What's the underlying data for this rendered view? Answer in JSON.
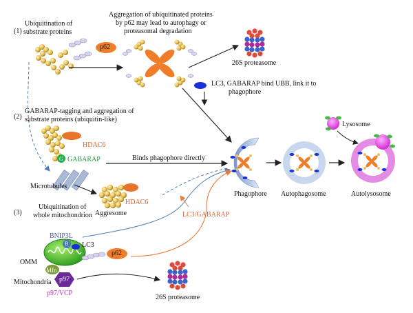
{
  "steps": {
    "s1": "(1)",
    "s2": "(2)",
    "s3": "(3)"
  },
  "labels": {
    "ubiq_substrate_line1": "Ubiquitination of",
    "ubiq_substrate_line2": "substrate proteins",
    "aggregation_line1": "Aggregation of ubiquitinated proteins",
    "aggregation_line2": "by p62 may lead to autophagy or",
    "aggregation_line3": "proteasomal degradation",
    "proteasome_top": "26S proteasome",
    "lc3_line1": "LC3, GABARAP bind UBB, link it to",
    "lc3_line2": "phagophore",
    "gabarap_tag_line1": "GABARAP-tagging and aggregation of",
    "gabarap_tag_line2": "substrate proteins (ubiquitin-like)",
    "hdac6_top": "HDAC6",
    "gabarap": "GABARAP",
    "g_letter": "G",
    "binds_phagophore": "Binds phagophore directly",
    "microtubules": "Microtubules",
    "hdac6_bottom": "HDAC6",
    "aggresome": "Aggresome",
    "ubiq_mito_line1": "Ubiquitination of",
    "ubiq_mito_line2": "whole mitochondrion",
    "lc3_gabarap": "LC3/GABARAP",
    "phagophore": "Phagophore",
    "autophagosome": "Autophagosome",
    "autolysosome": "Autolysosome",
    "lysosome": "Lysosome",
    "bnip3l": "BNIP3L",
    "b_letter": "B",
    "lc3": "LC3",
    "p62_top": "p62",
    "p62_bottom": "p62",
    "omm": "OMM",
    "mfn": "Mfn",
    "p97": "p97",
    "mitochondria": "Mitochondria",
    "p97vcp": "p97/VCP",
    "proteasome_bottom": "26S proteasome"
  },
  "colors": {
    "ubiquitin": "#e8c25a",
    "p62": "#f07d2a",
    "lc3_blue": "#1730d8",
    "gabarap_green": "#22b04a",
    "hdac6": "#e8742a",
    "phagophore": "#9ab2d8",
    "lysosome": "#e060e0",
    "mito": "#3cbf2a",
    "p97": "#6a2a9a",
    "mfn": "#7a9a3a",
    "orange_arrow": "#ef7a3a",
    "blue_arrow": "#4a78b8"
  }
}
